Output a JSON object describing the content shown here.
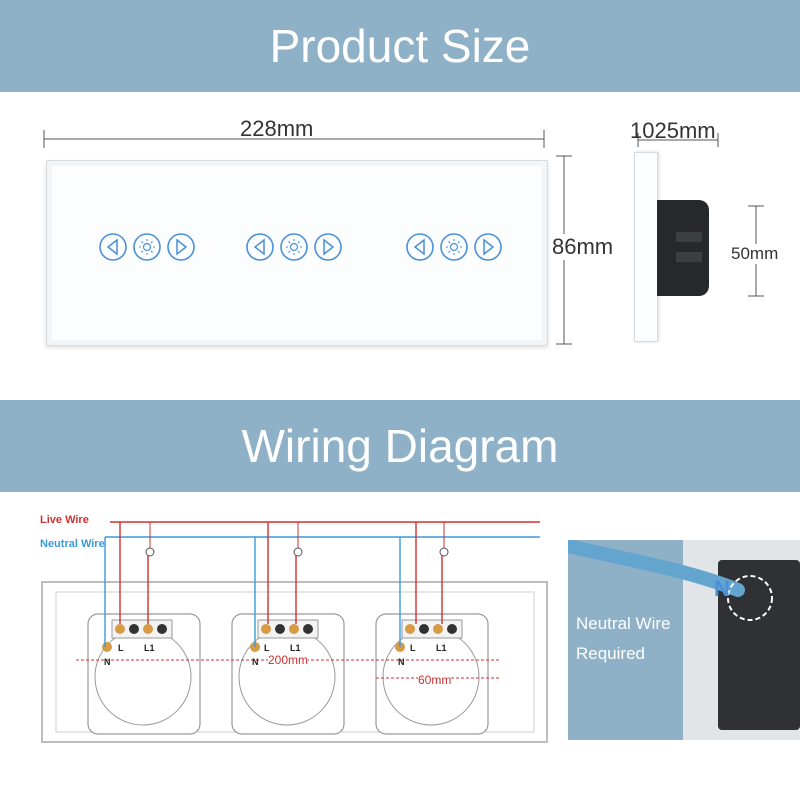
{
  "sections": {
    "product_size_title": "Product Size",
    "wiring_title": "Wiring Diagram"
  },
  "dimensions": {
    "width": "228mm",
    "height": "86mm",
    "depth": "1025mm",
    "box_height": "50mm"
  },
  "wiring": {
    "live_wire": "Live Wire",
    "neutral_wire": "Neutral Wire",
    "terminal_L": "L",
    "terminal_L1": "L1",
    "terminal_N": "N",
    "spacing_center": "200mm",
    "spacing_box": "60mm"
  },
  "photo": {
    "line1": "Neutral Wire",
    "line2": "Required",
    "n_label": "N"
  },
  "colors": {
    "banner": "#8fb1c8",
    "live_wire": "#d03030",
    "neutral_wire": "#3a9ad9",
    "touch_icon": "#4a90d9"
  }
}
